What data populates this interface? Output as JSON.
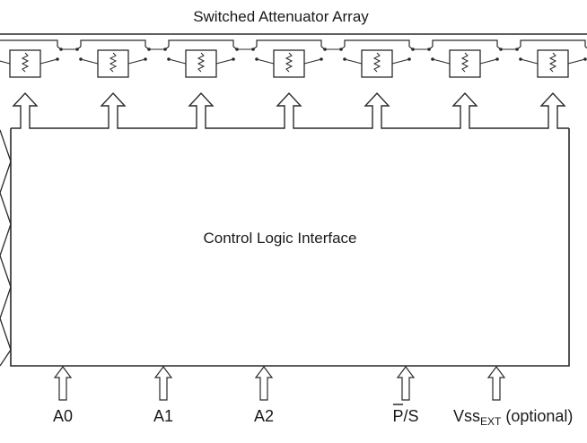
{
  "diagram": {
    "title": "Switched Attenuator Array",
    "center_label": "Control Logic Interface",
    "stage_count": 7,
    "pins": [
      {
        "label": "A0"
      },
      {
        "label": "A1"
      },
      {
        "label": "A2"
      },
      {
        "label": "P/S",
        "overline": "P"
      },
      {
        "label": "Vss",
        "sub": "EXT",
        "suffix": " (optional)"
      }
    ]
  }
}
